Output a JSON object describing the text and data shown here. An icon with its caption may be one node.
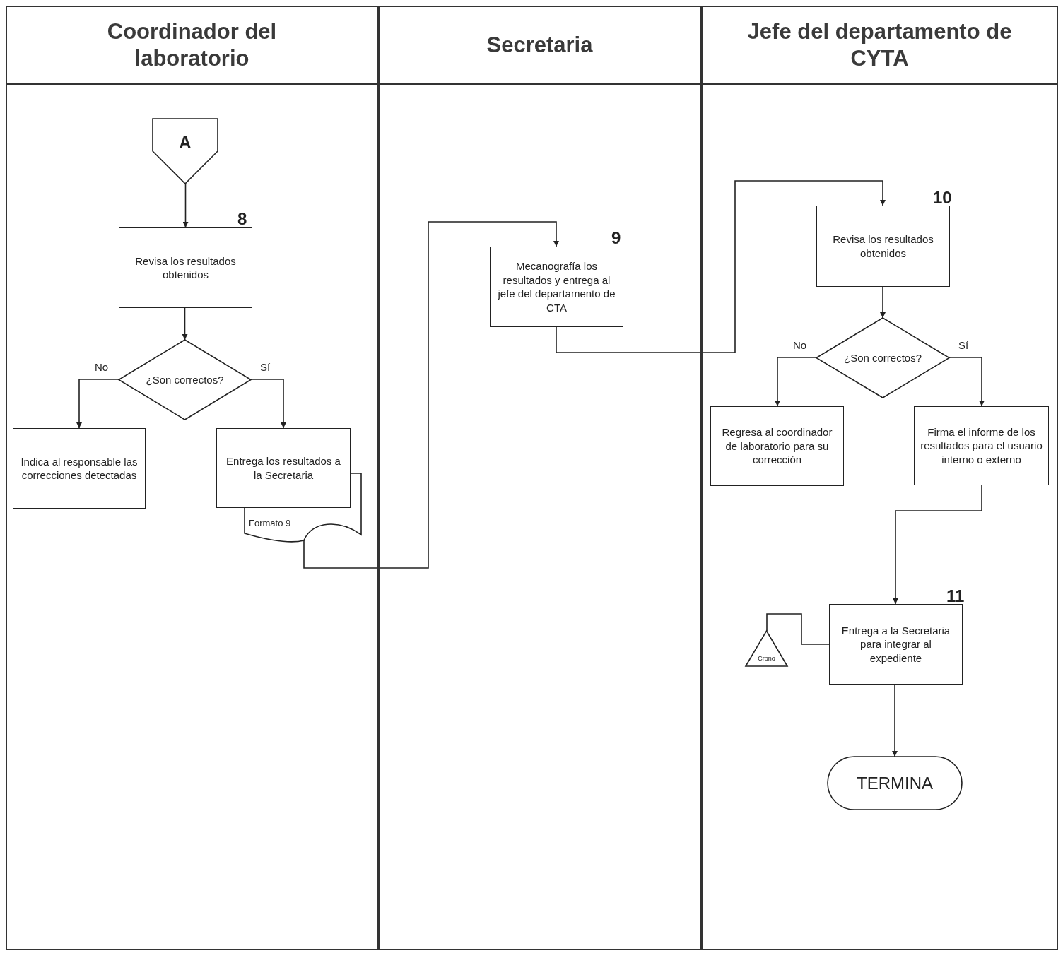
{
  "diagram": {
    "nodes": [
      {
        "text": [
          "Coordinador del laboratorio"
        ]
      },
      {
        "text": [
          "Secretaria"
        ]
      },
      {
        "text": [
          "Jefe del departamento de CYTA"
        ]
      },
      {
        "text": [
          "A"
        ],
        "in": 0
      },
      {
        "text": [
          "Revisa los resultados obtenidos"
        ],
        "beside": [
          "8"
        ],
        "in": 0
      },
      {
        "text": [
          "¿Son correctos?"
        ],
        "in": 0
      },
      {
        "text": [
          "Indica al responsable las correcciones detectadas"
        ],
        "in": 0
      },
      {
        "text": [
          "Entrega los resultados a la Secretaria"
        ],
        "in": 0
      },
      {
        "text": [
          "Formato 9"
        ],
        "in": 0
      },
      {
        "text": [
          "Mecanografía los resultados y entrega al jefe del departamento de CTA"
        ],
        "beside": [
          "9"
        ],
        "in": 1
      },
      {
        "text": [
          "Revisa los resultados obtenidos"
        ],
        "beside": [
          "10"
        ],
        "in": 2
      },
      {
        "text": [
          "¿Son correctos?"
        ],
        "in": 2
      },
      {
        "text": [
          "Regresa al coordinador de laboratorio para su corrección"
        ],
        "in": 2
      },
      {
        "text": [
          "Firma el informe de los resultados para el usuario interno o externo"
        ],
        "in": 2
      },
      {
        "text": [
          "Entrega a la Secretaria para integrar al expediente"
        ],
        "beside": [
          "11"
        ],
        "in": 2
      },
      {
        "text": [
          "Crono"
        ],
        "in": 2
      },
      {
        "text": [
          "TERMINA"
        ],
        "in": 2
      }
    ],
    "edges": [
      {
        "from": 3,
        "to": 4,
        "arrow": "to"
      },
      {
        "from": 4,
        "to": 5,
        "arrow": "to"
      },
      {
        "from": 5,
        "to": 6,
        "arrow": "to",
        "label": "No"
      },
      {
        "from": 5,
        "to": 7,
        "arrow": "to",
        "label": "Sí"
      },
      {
        "from": 8,
        "to": 9,
        "arrow": "to"
      },
      {
        "from": 9,
        "to": 10,
        "arrow": "to"
      },
      {
        "from": 10,
        "to": 11,
        "arrow": "to"
      },
      {
        "from": 11,
        "to": 12,
        "arrow": "to",
        "label": "No"
      },
      {
        "from": 11,
        "to": 13,
        "arrow": "to",
        "label": "Sí"
      },
      {
        "from": 13,
        "to": 14,
        "arrow": "to"
      },
      {
        "from": 14,
        "to": 15,
        "arrow": "none"
      },
      {
        "from": 14,
        "to": 16,
        "arrow": "to"
      }
    ]
  }
}
